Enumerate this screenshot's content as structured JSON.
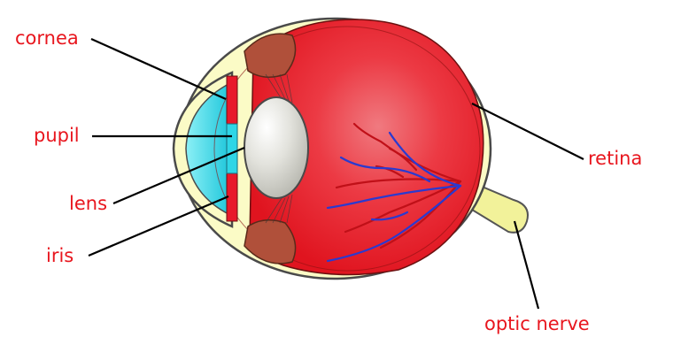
{
  "labels": {
    "cornea": "cornea",
    "pupil": "pupil",
    "lens": "lens",
    "iris": "iris",
    "retina": "retina",
    "optic_nerve": "optic nerve"
  },
  "colors": {
    "label_text": "#e8161e",
    "sclera": "#fbfbc6",
    "eye_outline": "#4a4a4a",
    "vitreous": "#e8192a",
    "cornea_fluid": "#2fd6e6",
    "lens": "#d4d4cc",
    "ciliary_muscle": "#b0503a",
    "blood_vessel_red": "#c01018",
    "blood_vessel_blue": "#2a3ad0",
    "optic_nerve": "#f2f29a",
    "pointer_line": "#000000"
  }
}
